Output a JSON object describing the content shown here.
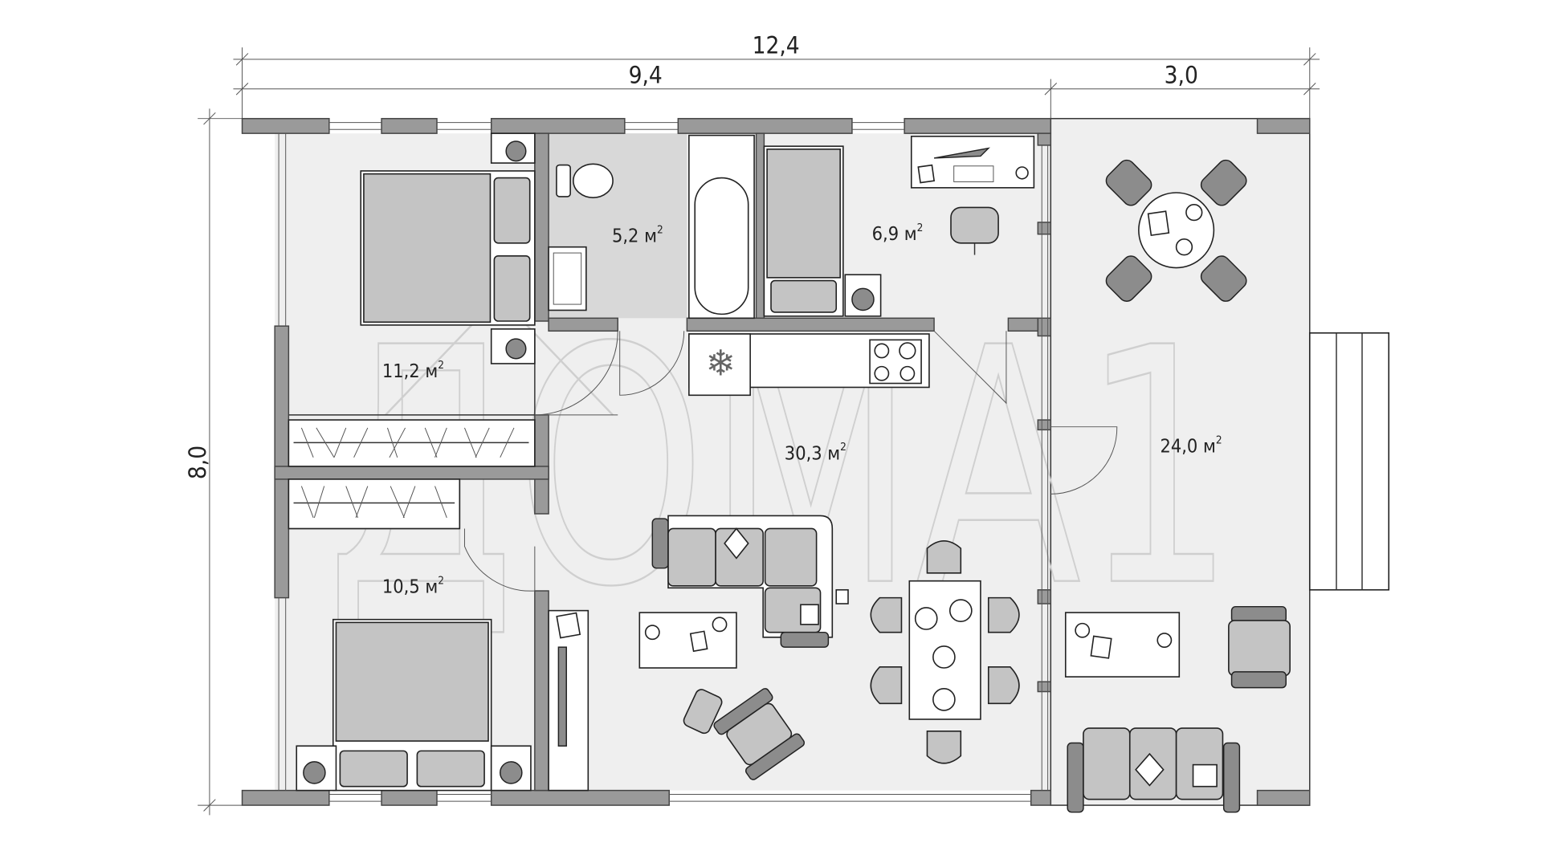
{
  "dimensions": {
    "total_width": "12,4",
    "house_width": "9,4",
    "terrace_width": "3,0",
    "depth": "8,0"
  },
  "rooms": [
    {
      "name": "bedroom-1",
      "area": "11,2",
      "unit": "м",
      "sup": "2"
    },
    {
      "name": "bathroom",
      "area": "5,2",
      "unit": "м",
      "sup": "2"
    },
    {
      "name": "bedroom-3",
      "area": "6,9",
      "unit": "м",
      "sup": "2"
    },
    {
      "name": "living-kitchen",
      "area": "30,3",
      "unit": "м",
      "sup": "2"
    },
    {
      "name": "terrace",
      "area": "24,0",
      "unit": "м",
      "sup": "2"
    },
    {
      "name": "bedroom-2",
      "area": "10,5",
      "unit": "м",
      "sup": "2"
    }
  ],
  "watermark": "ДОМА1",
  "colors": {
    "wall": "#9a9a9a",
    "floor": "#efefef",
    "bathroom": "#d8d8d8"
  }
}
